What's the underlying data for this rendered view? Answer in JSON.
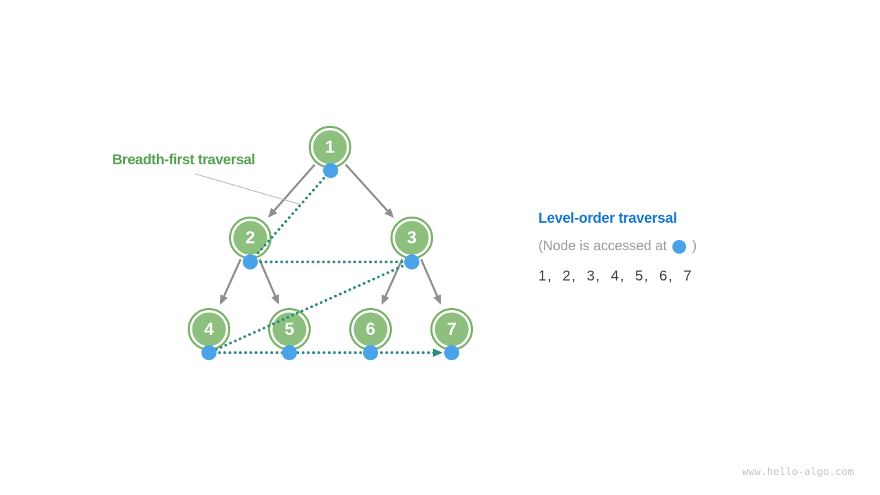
{
  "diagram": {
    "breadth_label": "Breadth-first traversal",
    "tree": {
      "nodes": [
        {
          "label": "1"
        },
        {
          "label": "2"
        },
        {
          "label": "3"
        },
        {
          "label": "4"
        },
        {
          "label": "5"
        },
        {
          "label": "6"
        },
        {
          "label": "7"
        }
      ]
    }
  },
  "panel": {
    "title": "Level-order traversal",
    "note_prefix": "(Node is accessed at",
    "note_suffix": ")",
    "sequence": "1,  2,  3,  4,  5,  6,  7"
  },
  "watermark": "www.hello-algo.com",
  "colors": {
    "node_fill": "#8dbf7e",
    "node_ring": "#7ab36b",
    "node_text": "#ffffff",
    "access_dot": "#4aa3e8",
    "traversal_path": "#2e8c80",
    "tree_edge": "#8f8f8f",
    "pointer_line": "#b5b5b5",
    "breadth_label": "#57a153",
    "panel_title": "#1577d2",
    "note_text": "#9b9b9b",
    "sequence_text": "#3d3d3d",
    "watermark_text": "#c2c2c2"
  }
}
